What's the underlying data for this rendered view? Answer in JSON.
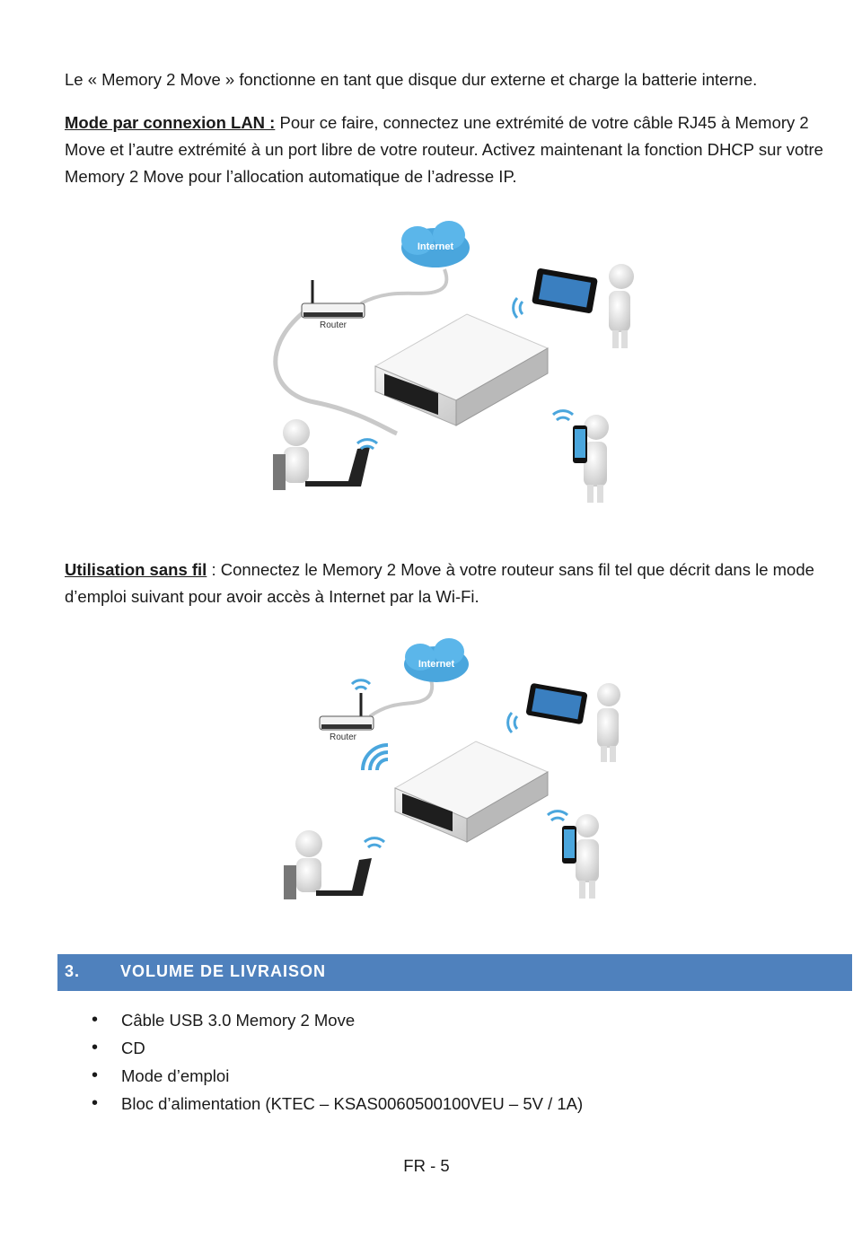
{
  "paragraphs": {
    "intro": "Le « Memory 2 Move » fonctionne en tant que disque dur externe et charge la batterie interne.",
    "lan_label": "Mode par connexion LAN :",
    "lan_text": " Pour ce faire, connectez une extrémité de votre câble RJ45 à Memory 2 Move et l’autre extrémité à un port libre de votre routeur. Activez maintenant la fonction DHCP sur votre Memory 2 Move pour l’allocation automatique de l’adresse IP.",
    "wifi_label": "Utilisation sans fil",
    "wifi_text": " : Connectez le Memory 2 Move  à votre routeur sans fil tel que décrit dans le mode d’emploi suivant  pour avoir accès à Internet par la Wi-Fi."
  },
  "figures": {
    "lan": {
      "cloud_label": "Internet",
      "router_label": "Router"
    },
    "wifi": {
      "cloud_label": "Internet",
      "router_label": "Router"
    }
  },
  "section": {
    "number": "3.",
    "title": "VOLUME DE LIVRAISON"
  },
  "items": [
    "Câble USB 3.0 Memory 2 Move",
    "CD",
    "Mode d’emploi",
    "Bloc d’alimentation (KTEC – KSAS0060500100VEU – 5V / 1A)"
  ],
  "footer": {
    "page": "FR - 5"
  },
  "colors": {
    "section_bar": "#4f81bd",
    "cloud": "#4aa6dd"
  }
}
